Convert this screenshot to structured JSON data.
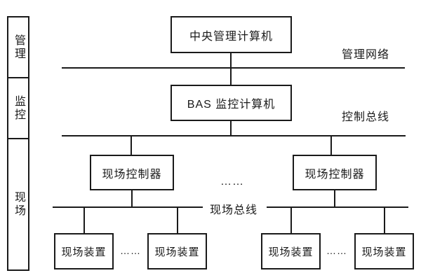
{
  "sidebar": {
    "sections": [
      {
        "label": "管理"
      },
      {
        "label": "监控"
      },
      {
        "label": "现场"
      }
    ]
  },
  "nodes": {
    "central": {
      "label": "中央管理计算机"
    },
    "bas": {
      "label": "BAS 监控计算机"
    },
    "controller_left": {
      "label": "现场控制器"
    },
    "controller_right": {
      "label": "现场控制器"
    },
    "device_left_1": {
      "label": "现场装置"
    },
    "device_left_2": {
      "label": "现场装置"
    },
    "device_right_1": {
      "label": "现场装置"
    },
    "device_right_2": {
      "label": "现场装置"
    }
  },
  "buses": {
    "management_network": {
      "label": "管理网络"
    },
    "control_bus": {
      "label": "控制总线"
    },
    "field_bus": {
      "label": "现场总线"
    }
  },
  "ellipsis": {
    "controllers": "……",
    "devices_left": "……",
    "devices_right": "……"
  },
  "colors": {
    "line": "#1a1a1a",
    "background": "#ffffff",
    "text": "#1a1a1a"
  }
}
